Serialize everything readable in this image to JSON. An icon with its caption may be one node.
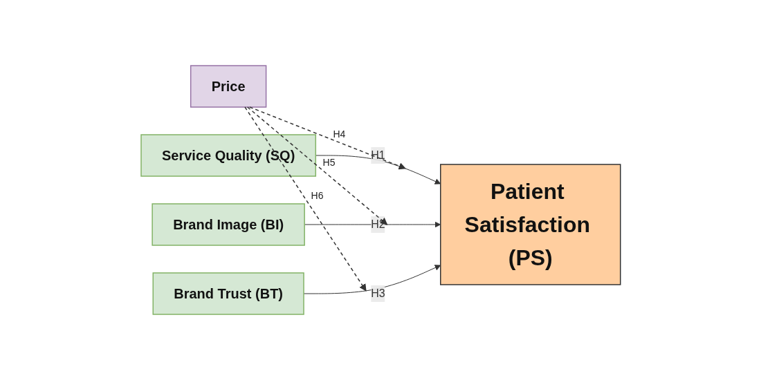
{
  "diagram": {
    "nodes": [
      {
        "text": [
          "Service Quality (SQ)"
        ]
      },
      {
        "text": [
          "Brand Image (BI)"
        ]
      },
      {
        "text": [
          "Brand Trust (BT)"
        ]
      },
      {
        "text": [
          "Price"
        ]
      },
      {
        "text": [
          "Patient Satisfaction (PS)"
        ]
      }
    ],
    "edges": [
      {
        "from": 0,
        "to": 4,
        "arrow": "to",
        "label": "H1"
      },
      {
        "from": 1,
        "to": 4,
        "arrow": "to",
        "label": "H2"
      },
      {
        "from": 2,
        "to": 4,
        "arrow": "to",
        "label": "H3"
      },
      {
        "from": 3,
        "to": null,
        "arrow": "to",
        "label": "H4",
        "style": "dashed"
      },
      {
        "from": 3,
        "to": null,
        "arrow": "to",
        "label": "H5",
        "style": "dashed"
      },
      {
        "from": 3,
        "to": null,
        "arrow": "to",
        "label": "H6",
        "style": "dashed"
      }
    ]
  }
}
